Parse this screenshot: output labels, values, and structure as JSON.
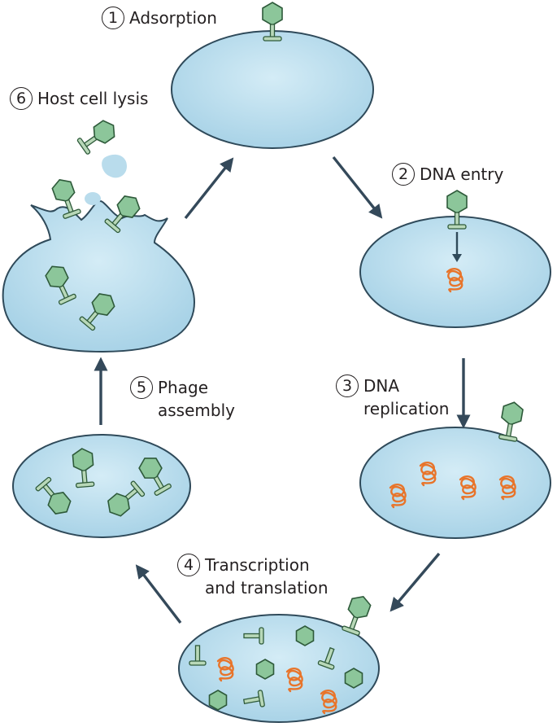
{
  "steps": [
    {
      "num": "1",
      "text": "Adsorption"
    },
    {
      "num": "2",
      "text": "DNA entry"
    },
    {
      "num": "3",
      "text": "DNA",
      "text2": "replication"
    },
    {
      "num": "4",
      "text": "Transcription",
      "text2": "and translation"
    },
    {
      "num": "5",
      "text": "Phage",
      "text2": "assembly"
    },
    {
      "num": "6",
      "text": "Host cell lysis"
    }
  ],
  "colors": {
    "cell_fill": "#b9dcec",
    "cell_stroke": "#2f4a5a",
    "phage_head": "#8cc69a",
    "phage_stroke": "#2e5a3a",
    "dna": "#e8742a",
    "arrow": "#34495a"
  }
}
